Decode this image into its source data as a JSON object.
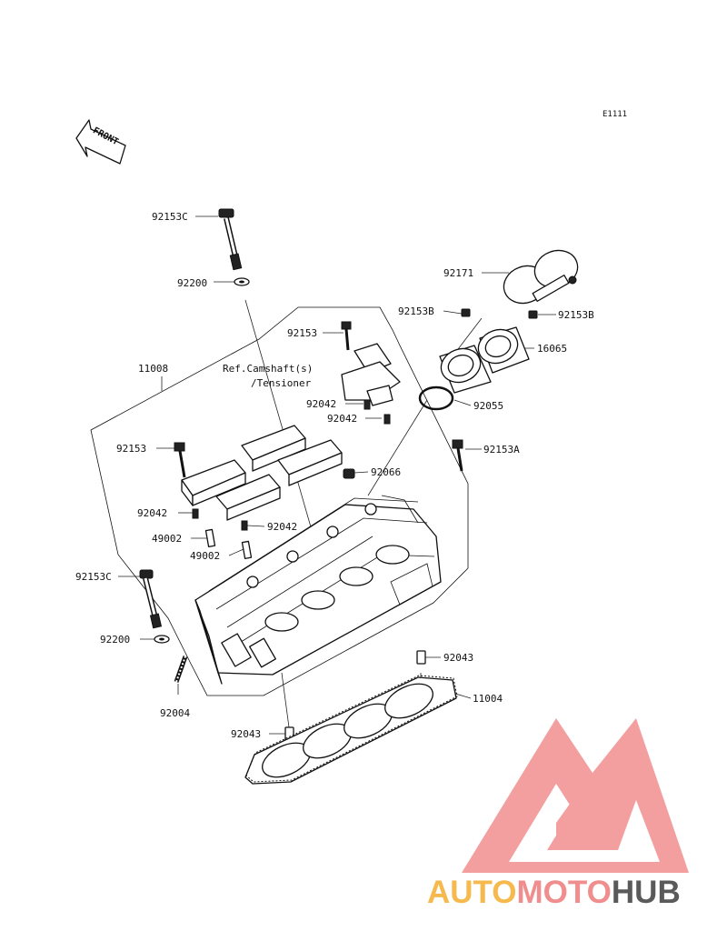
{
  "diagram": {
    "code": "E1111",
    "front_label": "FRONT",
    "reference_note": [
      "Ref.Camshaft(s)",
      "/Tensioner"
    ],
    "parts": [
      {
        "label": "92153C"
      },
      {
        "label": "92200"
      },
      {
        "label": "11008"
      },
      {
        "label": "92153"
      },
      {
        "label": "92153"
      },
      {
        "label": "92042"
      },
      {
        "label": "92042"
      },
      {
        "label": "92042"
      },
      {
        "label": "92042"
      },
      {
        "label": "49002"
      },
      {
        "label": "49002"
      },
      {
        "label": "92153C"
      },
      {
        "label": "92200"
      },
      {
        "label": "92004"
      },
      {
        "label": "92043"
      },
      {
        "label": "92043"
      },
      {
        "label": "11004"
      },
      {
        "label": "92171"
      },
      {
        "label": "92153B"
      },
      {
        "label": "92153B"
      },
      {
        "label": "16065"
      },
      {
        "label": "92055"
      },
      {
        "label": "92153A"
      },
      {
        "label": "92066"
      }
    ]
  },
  "watermark": {
    "parts": [
      "AUTO",
      "MOTO",
      "HUB"
    ],
    "colors": {
      "auto": "#f6b94e",
      "moto": "#f08d8d",
      "hub": "#5a5a5a",
      "logo": "#f28f8f"
    }
  }
}
